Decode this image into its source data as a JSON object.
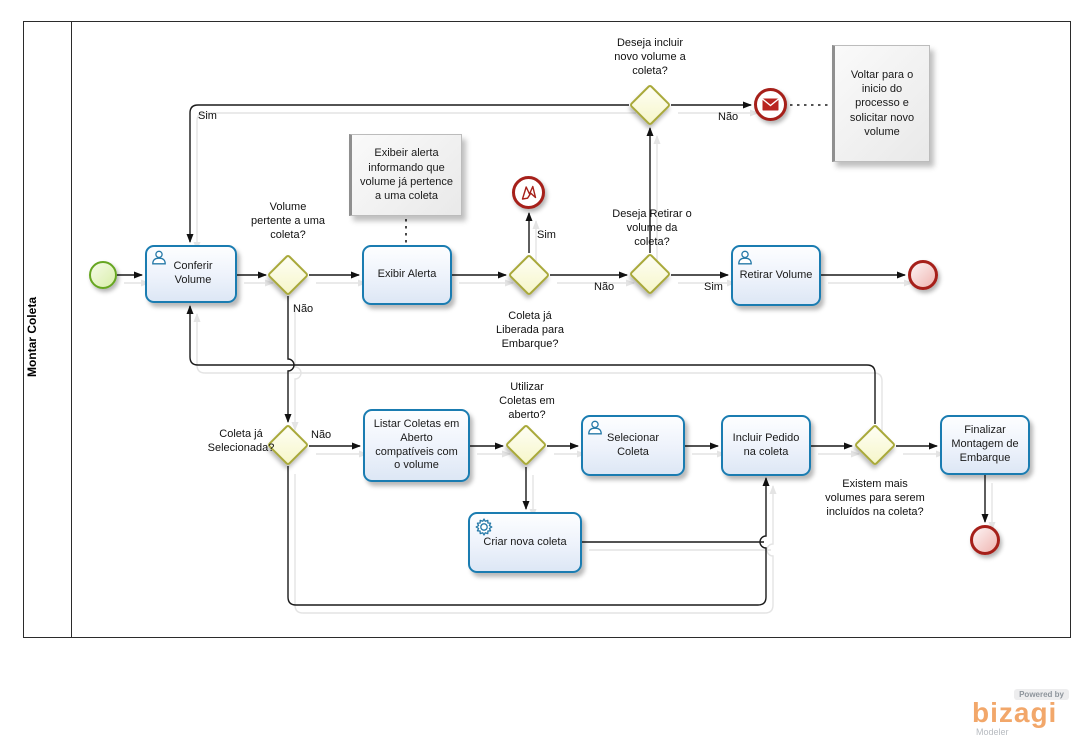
{
  "pool": {
    "title": "Montar Coleta"
  },
  "tasks": {
    "conferir": {
      "label": "Conferir Volume",
      "icon": "user-icon"
    },
    "exibir": {
      "label": "Exibir Alerta"
    },
    "retirar": {
      "label": "Retirar Volume",
      "icon": "user-icon"
    },
    "listar": {
      "label": "Listar Coletas em Aberto compatíveis com o volume"
    },
    "selecionar": {
      "label": "Selecionar Coleta",
      "icon": "user-icon"
    },
    "incluir": {
      "label": "Incluir Pedido na coleta"
    },
    "criar": {
      "label": "Criar nova coleta",
      "icon": "service-gear-icon"
    },
    "finalizar": {
      "label": "Finalizar Montagem de Embarque"
    }
  },
  "gateways": {
    "volume_pertence": {
      "label": "Volume pertente a uma coleta?"
    },
    "coleta_liberada": {
      "label": "Coleta já Liberada para Embarque?"
    },
    "deseja_retirar": {
      "label": "Deseja Retirar o volume da coleta?"
    },
    "deseja_incluir": {
      "label": "Deseja incluir novo volume a coleta?"
    },
    "coleta_selecionada": {
      "label": "Coleta já Selecionada?"
    },
    "utilizar_coletas": {
      "label": "Utilizar Coletas em aberto?"
    },
    "existem_mais": {
      "label": "Existem mais volumes para serem incluídos na coleta?"
    }
  },
  "edge_labels": {
    "sim_incluir_loop": "Sim",
    "nao_volume_pertence": "Não",
    "sim_liberada": "Sim",
    "nao_liberada": "Não",
    "sim_retirar": "Sim",
    "nao_incluir": "Não",
    "nao_selecionada": "Não"
  },
  "events": {
    "start": {
      "type": "start"
    },
    "error_end": {
      "type": "error-end",
      "icon": "error-lightning-icon"
    },
    "message_end": {
      "type": "message-end",
      "icon": "message-envelope-icon"
    },
    "end_retirar": {
      "type": "end"
    },
    "end_finalizar": {
      "type": "end"
    }
  },
  "annotations": {
    "exibir_alerta": {
      "text": "Exibeir alerta informando que volume já pertence a uma coleta"
    },
    "voltar_inicio": {
      "text": "Voltar para o inicio do processo e solicitar novo volume"
    }
  },
  "branding": {
    "powered_by": "Powered by",
    "logo": "bizagi",
    "product": "Modeler"
  },
  "colors": {
    "task_border": "#1a7cb1",
    "task_fill": "#e8eff9",
    "gateway_border": "#a9a93a",
    "gateway_fill": "#f6f6ca",
    "start_border": "#66a621",
    "end_border": "#a6201a",
    "annotation_fill": "#ededed",
    "connector": "#1a1a1a",
    "bizagi_orange": "#f2a76a"
  }
}
